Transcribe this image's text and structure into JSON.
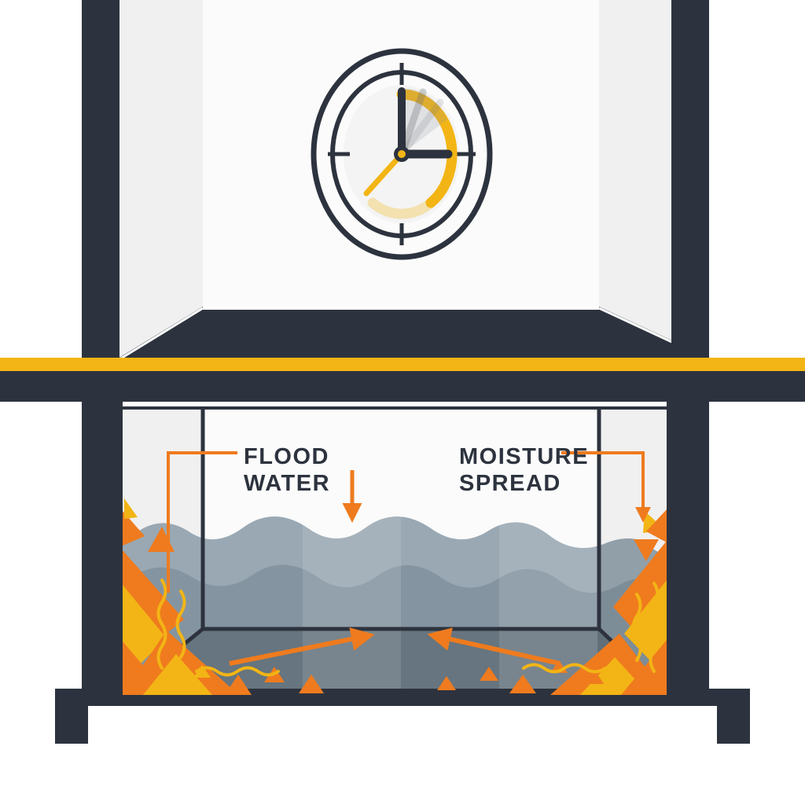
{
  "diagram": {
    "labels": {
      "flood_water": {
        "line1": "FLOOD",
        "line2": "WATER"
      },
      "moisture_spread": {
        "line1": "MOISTURE",
        "line2": "SPREAD"
      }
    }
  },
  "colors": {
    "dark": "#2d333e",
    "yellow": "#f3b515",
    "orange": "#ef7b1e",
    "water_light": "#99a8b3",
    "water_mid": "#8495a1",
    "water_deep": "#66757f",
    "wall_shade": "#f0f0f1",
    "back_wall": "#fbfbfb",
    "clock_face": "#f4f4f4",
    "background": "#ffffff"
  }
}
